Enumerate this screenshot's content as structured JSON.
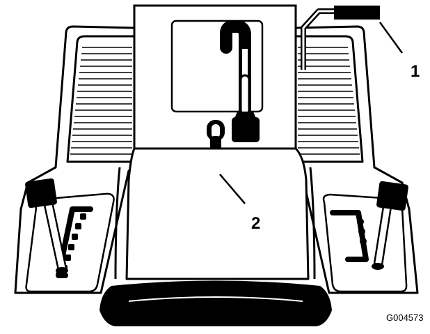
{
  "diagram": {
    "callouts": [
      {
        "id": "1",
        "label": "1"
      },
      {
        "id": "2",
        "label": "2"
      }
    ],
    "figure_id": "G004573"
  },
  "colors": {
    "line": "#000000",
    "fill": "#ffffff"
  }
}
